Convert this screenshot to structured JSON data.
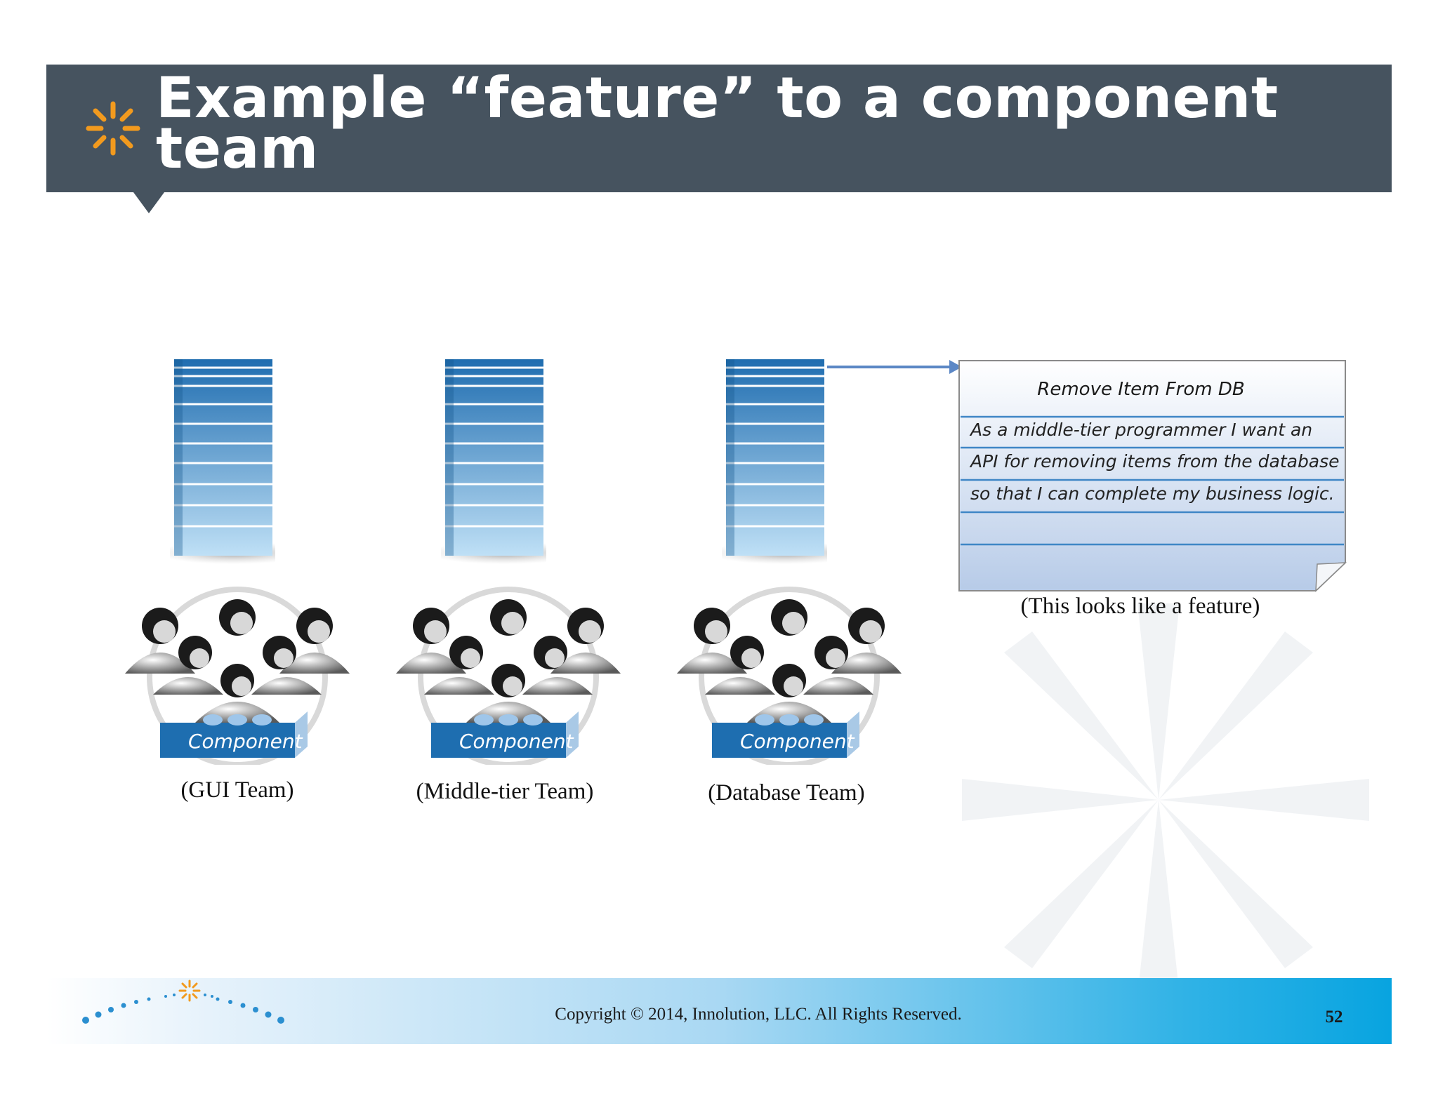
{
  "title": "Example “feature” to a component team",
  "teams": [
    {
      "badge": "Component",
      "label": "(GUI Team)"
    },
    {
      "badge": "Component",
      "label": "(Middle-tier Team)"
    },
    {
      "badge": "Component",
      "label": "(Database Team)"
    }
  ],
  "story_card": {
    "title": "Remove Item From DB",
    "lines": [
      "As a middle-tier programmer I want an",
      "API for removing items from the database",
      "so that I can complete my business logic."
    ]
  },
  "feature_caption": "(This looks like a feature)",
  "footer": {
    "copyright": "Copyright © 2014, Innolution, LLC. All Rights Reserved.",
    "page_number": "52"
  },
  "colors": {
    "title_bar": "#46535f",
    "accent_orange": "#f29a1e",
    "server_blue": "#2f88c8",
    "badge_blue": "#1e6eb0",
    "footer_blue": "#08a4e0"
  },
  "icons": [
    "sunburst-icon",
    "server-stack-icon",
    "team-people-icon",
    "arrow-icon",
    "dots-arc-icon"
  ]
}
